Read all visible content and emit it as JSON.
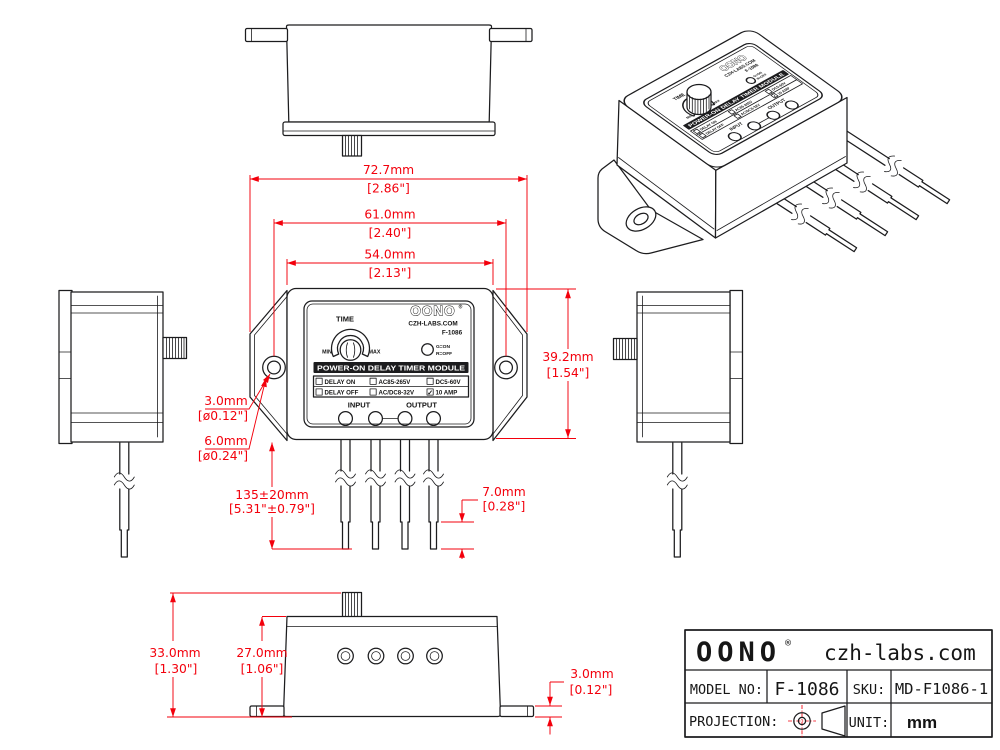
{
  "module_label": {
    "time": "TIME",
    "min": "MIN",
    "max": "MAX",
    "brand": "OONO",
    "reg": "®",
    "site": "CZH-LABS.COM",
    "model": "F-1086",
    "led_line1": "G=ON",
    "led_line2": "R=OFF",
    "banner": "POWER-ON DELAY TIMER MODULE",
    "options": [
      {
        "label": "DELAY ON",
        "mark": ""
      },
      {
        "label": "AC85-265V",
        "mark": ""
      },
      {
        "label": "DC5-60V",
        "mark": ""
      },
      {
        "label": "DELAY OFF",
        "mark": ""
      },
      {
        "label": "AC/DC8-32V",
        "mark": ""
      },
      {
        "label": "10 AMP",
        "mark": "✓"
      }
    ],
    "input": "INPUT",
    "output": "OUTPUT"
  },
  "dimensions": {
    "overall_width": {
      "mm": "72.7mm",
      "inch": "[2.86\"]"
    },
    "hole_spacing": {
      "mm": "61.0mm",
      "inch": "[2.40\"]"
    },
    "body_width": {
      "mm": "54.0mm",
      "inch": "[2.13\"]"
    },
    "body_height": {
      "mm": "39.2mm",
      "inch": "[1.54\"]"
    },
    "hole_diameter": {
      "mm": "3.0mm",
      "inch": "[ø0.12\"]"
    },
    "countersink_diameter": {
      "mm": "6.0mm",
      "inch": "[ø0.24\"]"
    },
    "wire_length": {
      "mm": "135±20mm",
      "inch": "[5.31\"±0.79\"]"
    },
    "strip_length": {
      "mm": "7.0mm",
      "inch": "[0.28\"]"
    },
    "total_height": {
      "mm": "33.0mm",
      "inch": "[1.30\"]"
    },
    "body_depth": {
      "mm": "27.0mm",
      "inch": "[1.06\"]"
    },
    "flange_thickness": {
      "mm": "3.0mm",
      "inch": "[0.12\"]"
    }
  },
  "title_block": {
    "brand": "OONO",
    "reg": "®",
    "website": "czh-labs.com",
    "model_label": "MODEL NO:",
    "model_value": "F-1086",
    "sku_label": "SKU:",
    "sku_value": "MD-F1086-1",
    "projection_label": "PROJECTION:",
    "unit_label": "UNIT:",
    "unit_value": "mm"
  },
  "colors": {
    "dimension_red": "#f3000c",
    "line_black": "#1c1c1e",
    "background": "#ffffff"
  }
}
